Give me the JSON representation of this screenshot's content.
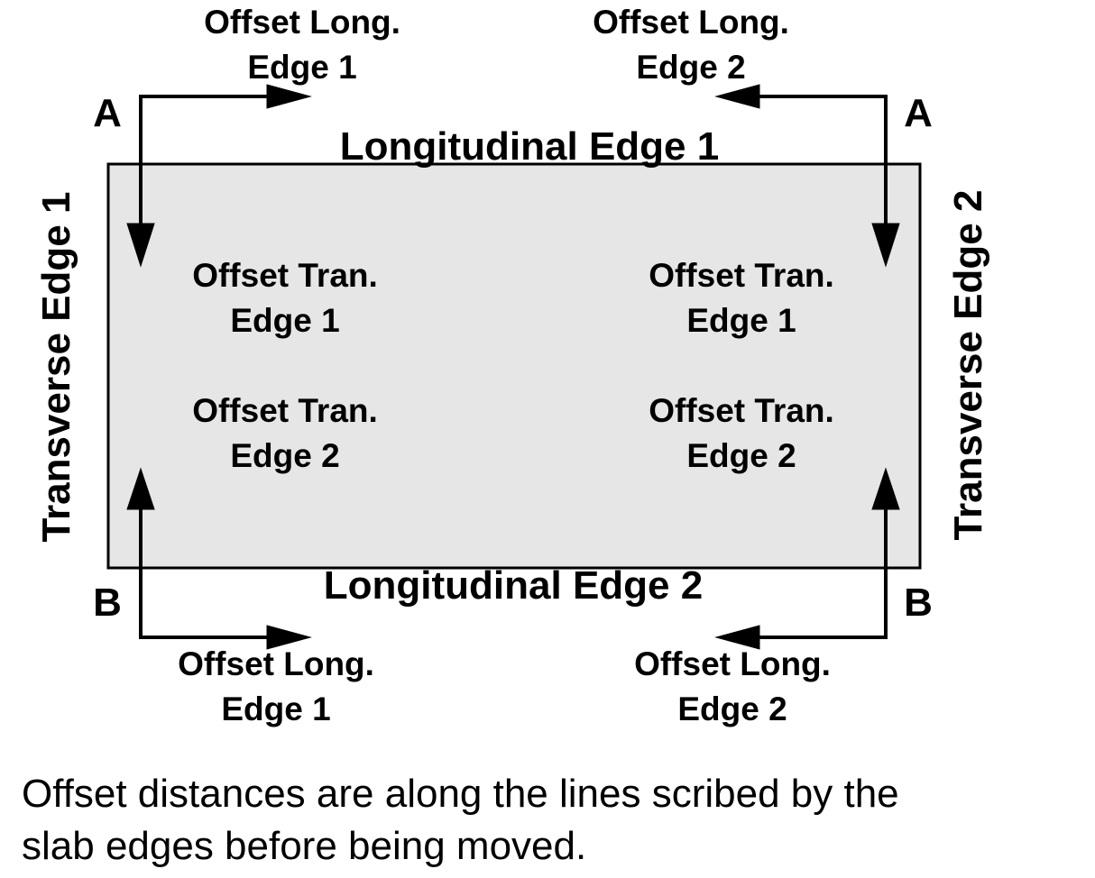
{
  "colors": {
    "slab_fill": "#e6e6e6",
    "stroke": "#000000",
    "text": "#000000"
  },
  "labels": {
    "longitudinal_edge_1": "Longitudinal Edge 1",
    "longitudinal_edge_2": "Longitudinal Edge 2",
    "transverse_edge_1": "Transverse Edge 1",
    "transverse_edge_2": "Transverse Edge 2",
    "corner_a": "A",
    "corner_b": "B",
    "offset_long_line1": "Offset Long.",
    "offset_tran_line1": "Offset Tran.",
    "edge_1": "Edge 1",
    "edge_2": "Edge 2"
  },
  "caption": {
    "line1": "Offset distances are along the lines scribed by the",
    "line2": "slab edges before being moved."
  }
}
